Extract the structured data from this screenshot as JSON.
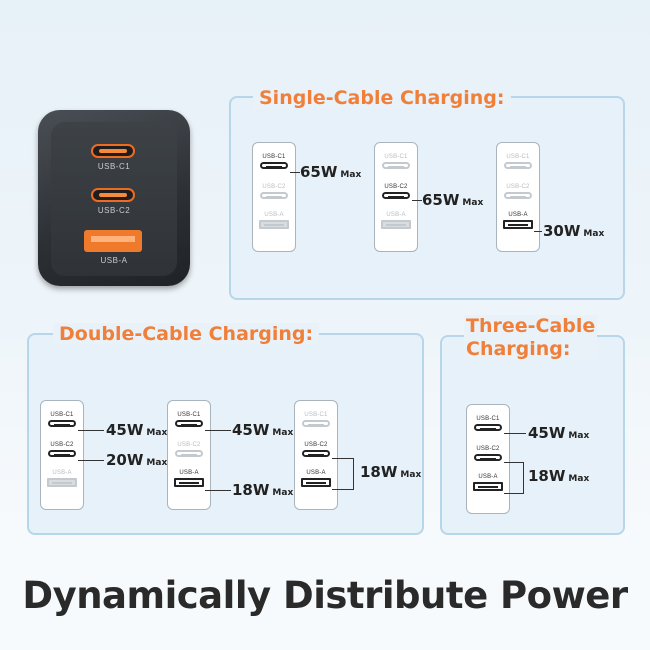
{
  "device": {
    "ports": [
      "USB-C1",
      "USB-C2",
      "USB-A"
    ]
  },
  "single": {
    "title": "Single-Cable Charging:",
    "configs": [
      {
        "labels": [
          "USB-C1",
          "USB-C2",
          "USB-A"
        ],
        "watts": [
          "65W",
          "",
          ""
        ],
        "max": "Max"
      },
      {
        "labels": [
          "USB-C1",
          "USB-C2",
          "USB-A"
        ],
        "watts": [
          "",
          "65W",
          ""
        ],
        "max": "Max"
      },
      {
        "labels": [
          "USB-C1",
          "USB-C2",
          "USB-A"
        ],
        "watts": [
          "",
          "",
          "30W"
        ],
        "max": "Max"
      }
    ]
  },
  "double": {
    "title": "Double-Cable Charging:",
    "configs": [
      {
        "labels": [
          "USB-C1",
          "USB-C2",
          "USB-A"
        ],
        "watts": [
          "45W",
          "20W",
          ""
        ],
        "max": "Max"
      },
      {
        "labels": [
          "USB-C1",
          "USB-C2",
          "USB-A"
        ],
        "watts": [
          "45W",
          "",
          "18W"
        ],
        "max": "Max"
      },
      {
        "labels": [
          "USB-C1",
          "USB-C2",
          "USB-A"
        ],
        "watts": [
          "18W"
        ],
        "max": "Max"
      }
    ]
  },
  "triple": {
    "title_line1": "Three-Cable",
    "title_line2": "Charging:",
    "labels": [
      "USB-C1",
      "USB-C2",
      "USB-A"
    ],
    "watts": [
      "45W",
      "18W"
    ],
    "max": "Max"
  },
  "headline": "Dynamically Distribute Power"
}
